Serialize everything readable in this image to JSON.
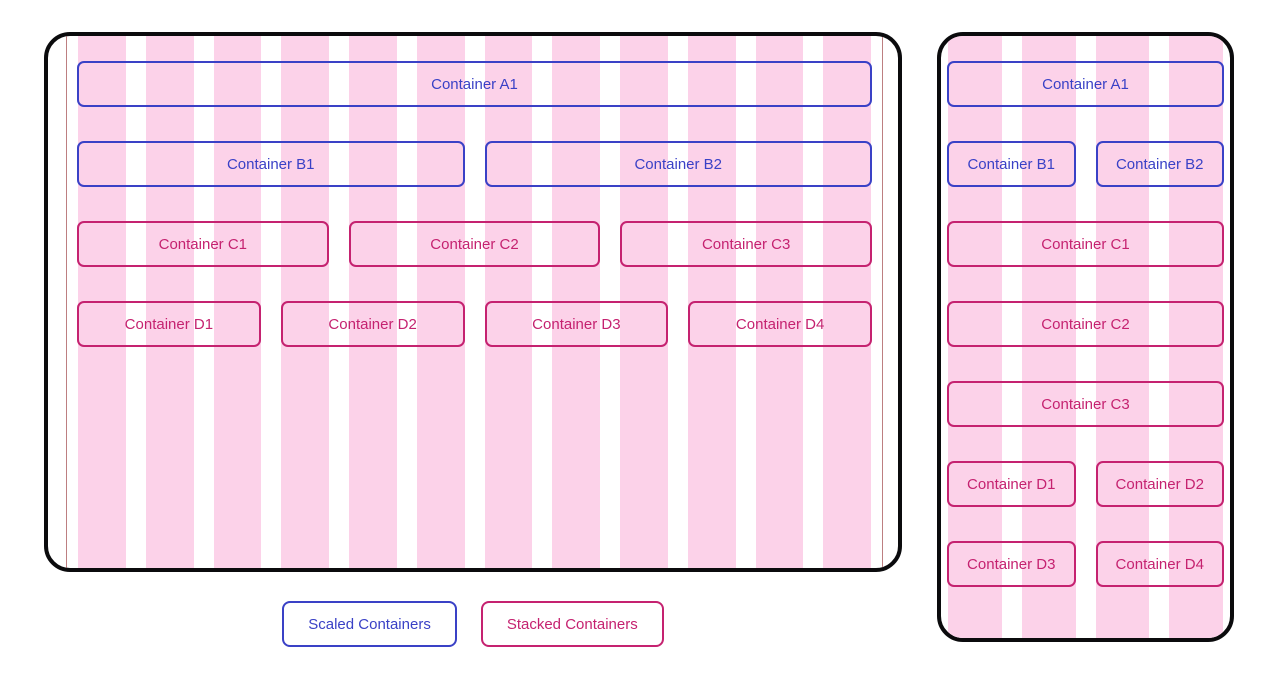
{
  "colors": {
    "scaled_accent": "#3a41c6",
    "stacked_accent": "#c52270",
    "column_stripe": "#fcd2e9",
    "grid_edge_line": "#bd7f81",
    "frame": "#0b0b0d"
  },
  "legend": {
    "scaled_label": "Scaled Containers",
    "stacked_label": "Stacked Containers"
  },
  "panels": {
    "scaled": {
      "columns": 12,
      "items": [
        {
          "label": "Container A1",
          "type": "scaled",
          "span": 12
        },
        {
          "label": "Container B1",
          "type": "scaled",
          "span": 6
        },
        {
          "label": "Container B2",
          "type": "scaled",
          "span": 6
        },
        {
          "label": "Container C1",
          "type": "stacked",
          "span": 4
        },
        {
          "label": "Container C2",
          "type": "stacked",
          "span": 4
        },
        {
          "label": "Container C3",
          "type": "stacked",
          "span": 4
        },
        {
          "label": "Container D1",
          "type": "stacked",
          "span": 3
        },
        {
          "label": "Container D2",
          "type": "stacked",
          "span": 3
        },
        {
          "label": "Container D3",
          "type": "stacked",
          "span": 3
        },
        {
          "label": "Container D4",
          "type": "stacked",
          "span": 3
        }
      ]
    },
    "stacked": {
      "columns": 4,
      "items": [
        {
          "label": "Container A1",
          "type": "scaled",
          "span": 4
        },
        {
          "label": "Container B1",
          "type": "scaled",
          "span": 2
        },
        {
          "label": "Container B2",
          "type": "scaled",
          "span": 2
        },
        {
          "label": "Container C1",
          "type": "stacked",
          "span": 4
        },
        {
          "label": "Container C2",
          "type": "stacked",
          "span": 4
        },
        {
          "label": "Container C3",
          "type": "stacked",
          "span": 4
        },
        {
          "label": "Container D1",
          "type": "stacked",
          "span": 2
        },
        {
          "label": "Container D2",
          "type": "stacked",
          "span": 2
        },
        {
          "label": "Container D3",
          "type": "stacked",
          "span": 2
        },
        {
          "label": "Container D4",
          "type": "stacked",
          "span": 2
        }
      ]
    }
  }
}
